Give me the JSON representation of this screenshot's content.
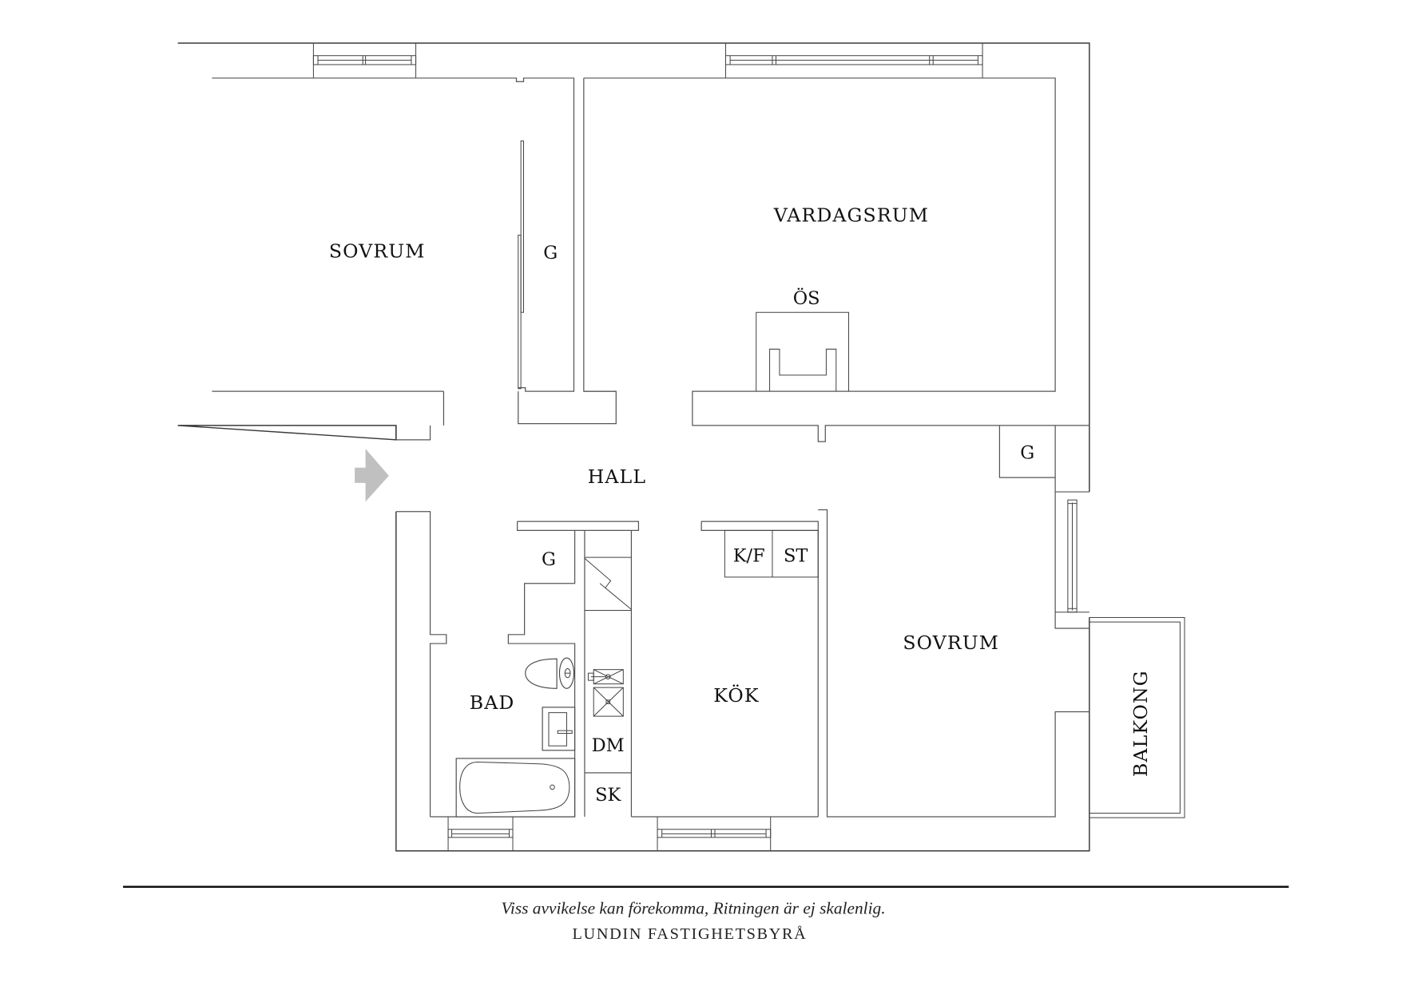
{
  "plan": {
    "rooms": [
      {
        "id": "bedroom-1",
        "label": "SOVRUM"
      },
      {
        "id": "closet-bedroom-1",
        "label": "G"
      },
      {
        "id": "living-room",
        "label": "VARDAGSRUM"
      },
      {
        "id": "tiled-stove",
        "label": "ÖS"
      },
      {
        "id": "hall",
        "label": "HALL"
      },
      {
        "id": "closet-bedroom-2",
        "label": "G"
      },
      {
        "id": "closet-hall",
        "label": "G"
      },
      {
        "id": "fridge-freezer",
        "label": "K/F"
      },
      {
        "id": "stove",
        "label": "ST"
      },
      {
        "id": "kitchen",
        "label": "KÖK"
      },
      {
        "id": "bedroom-2",
        "label": "SOVRUM"
      },
      {
        "id": "bathroom",
        "label": "BAD"
      },
      {
        "id": "dishwasher",
        "label": "DM"
      },
      {
        "id": "cabinet",
        "label": "SK"
      },
      {
        "id": "balcony",
        "label": "BALKONG"
      }
    ],
    "entrance_arrow_color": "#c0c0c0",
    "line_color": "#3a3a3a"
  },
  "footer": {
    "disclaimer": "Viss avvikelse kan förekomma, Ritningen är ej skalenlig.",
    "agency": "LUNDIN FASTIGHETSBYRÅ"
  }
}
